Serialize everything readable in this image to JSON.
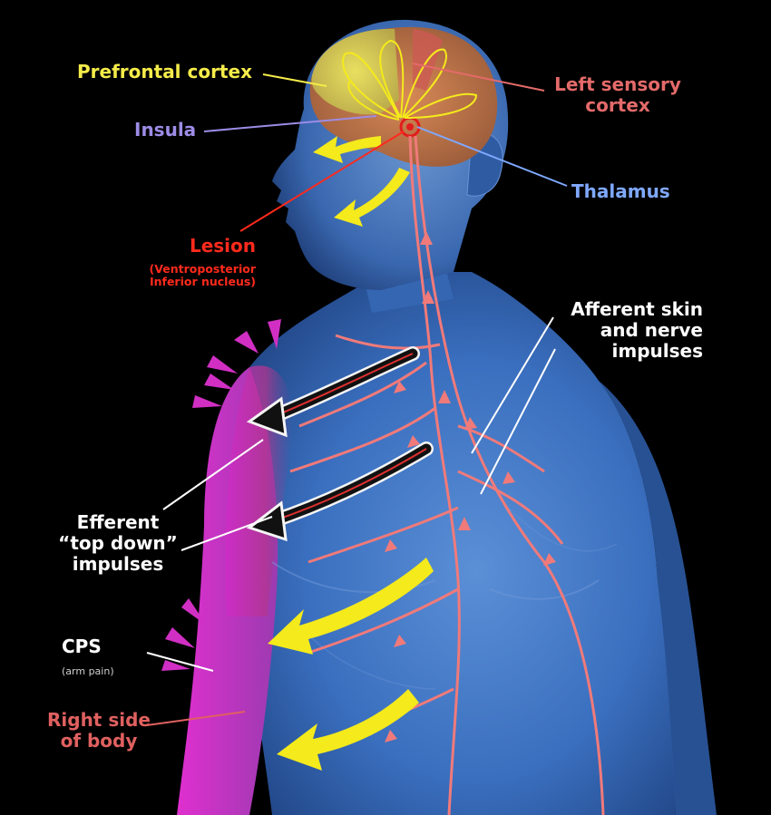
{
  "colors": {
    "background": "#000000",
    "prefrontal": "#f5ec4a",
    "sensory": "#e46a6a",
    "insula": "#9d8ce6",
    "thalamus": "#7fa8ff",
    "lesion": "#ff2a1c",
    "white": "#ffffff",
    "right_side": "#e06060",
    "body": "#3a78c6",
    "magenta": "#d12fc4",
    "nerve": "#f07a7a",
    "arrow_yellow": "#f4ea1c"
  },
  "labels": {
    "prefrontal": "Prefrontal cortex",
    "insula": "Insula",
    "left_sensory": [
      "Left sensory",
      "cortex"
    ],
    "thalamus": "Thalamus",
    "lesion_title": "Lesion",
    "lesion_sub": [
      "(Ventroposterior",
      "Inferior nucleus)"
    ],
    "afferent": [
      "Afferent skin",
      "and nerve",
      "impulses"
    ],
    "efferent": [
      "Efferent",
      "“top down”",
      "impulses"
    ],
    "cps": "CPS",
    "cps_sub": "(arm pain)",
    "right_side": [
      "Right side",
      "of body"
    ]
  },
  "icons": [
    "brain-icon",
    "human-body-icon",
    "pain-burst-icon",
    "yellow-arrow-icon",
    "black-arrow-icon"
  ]
}
